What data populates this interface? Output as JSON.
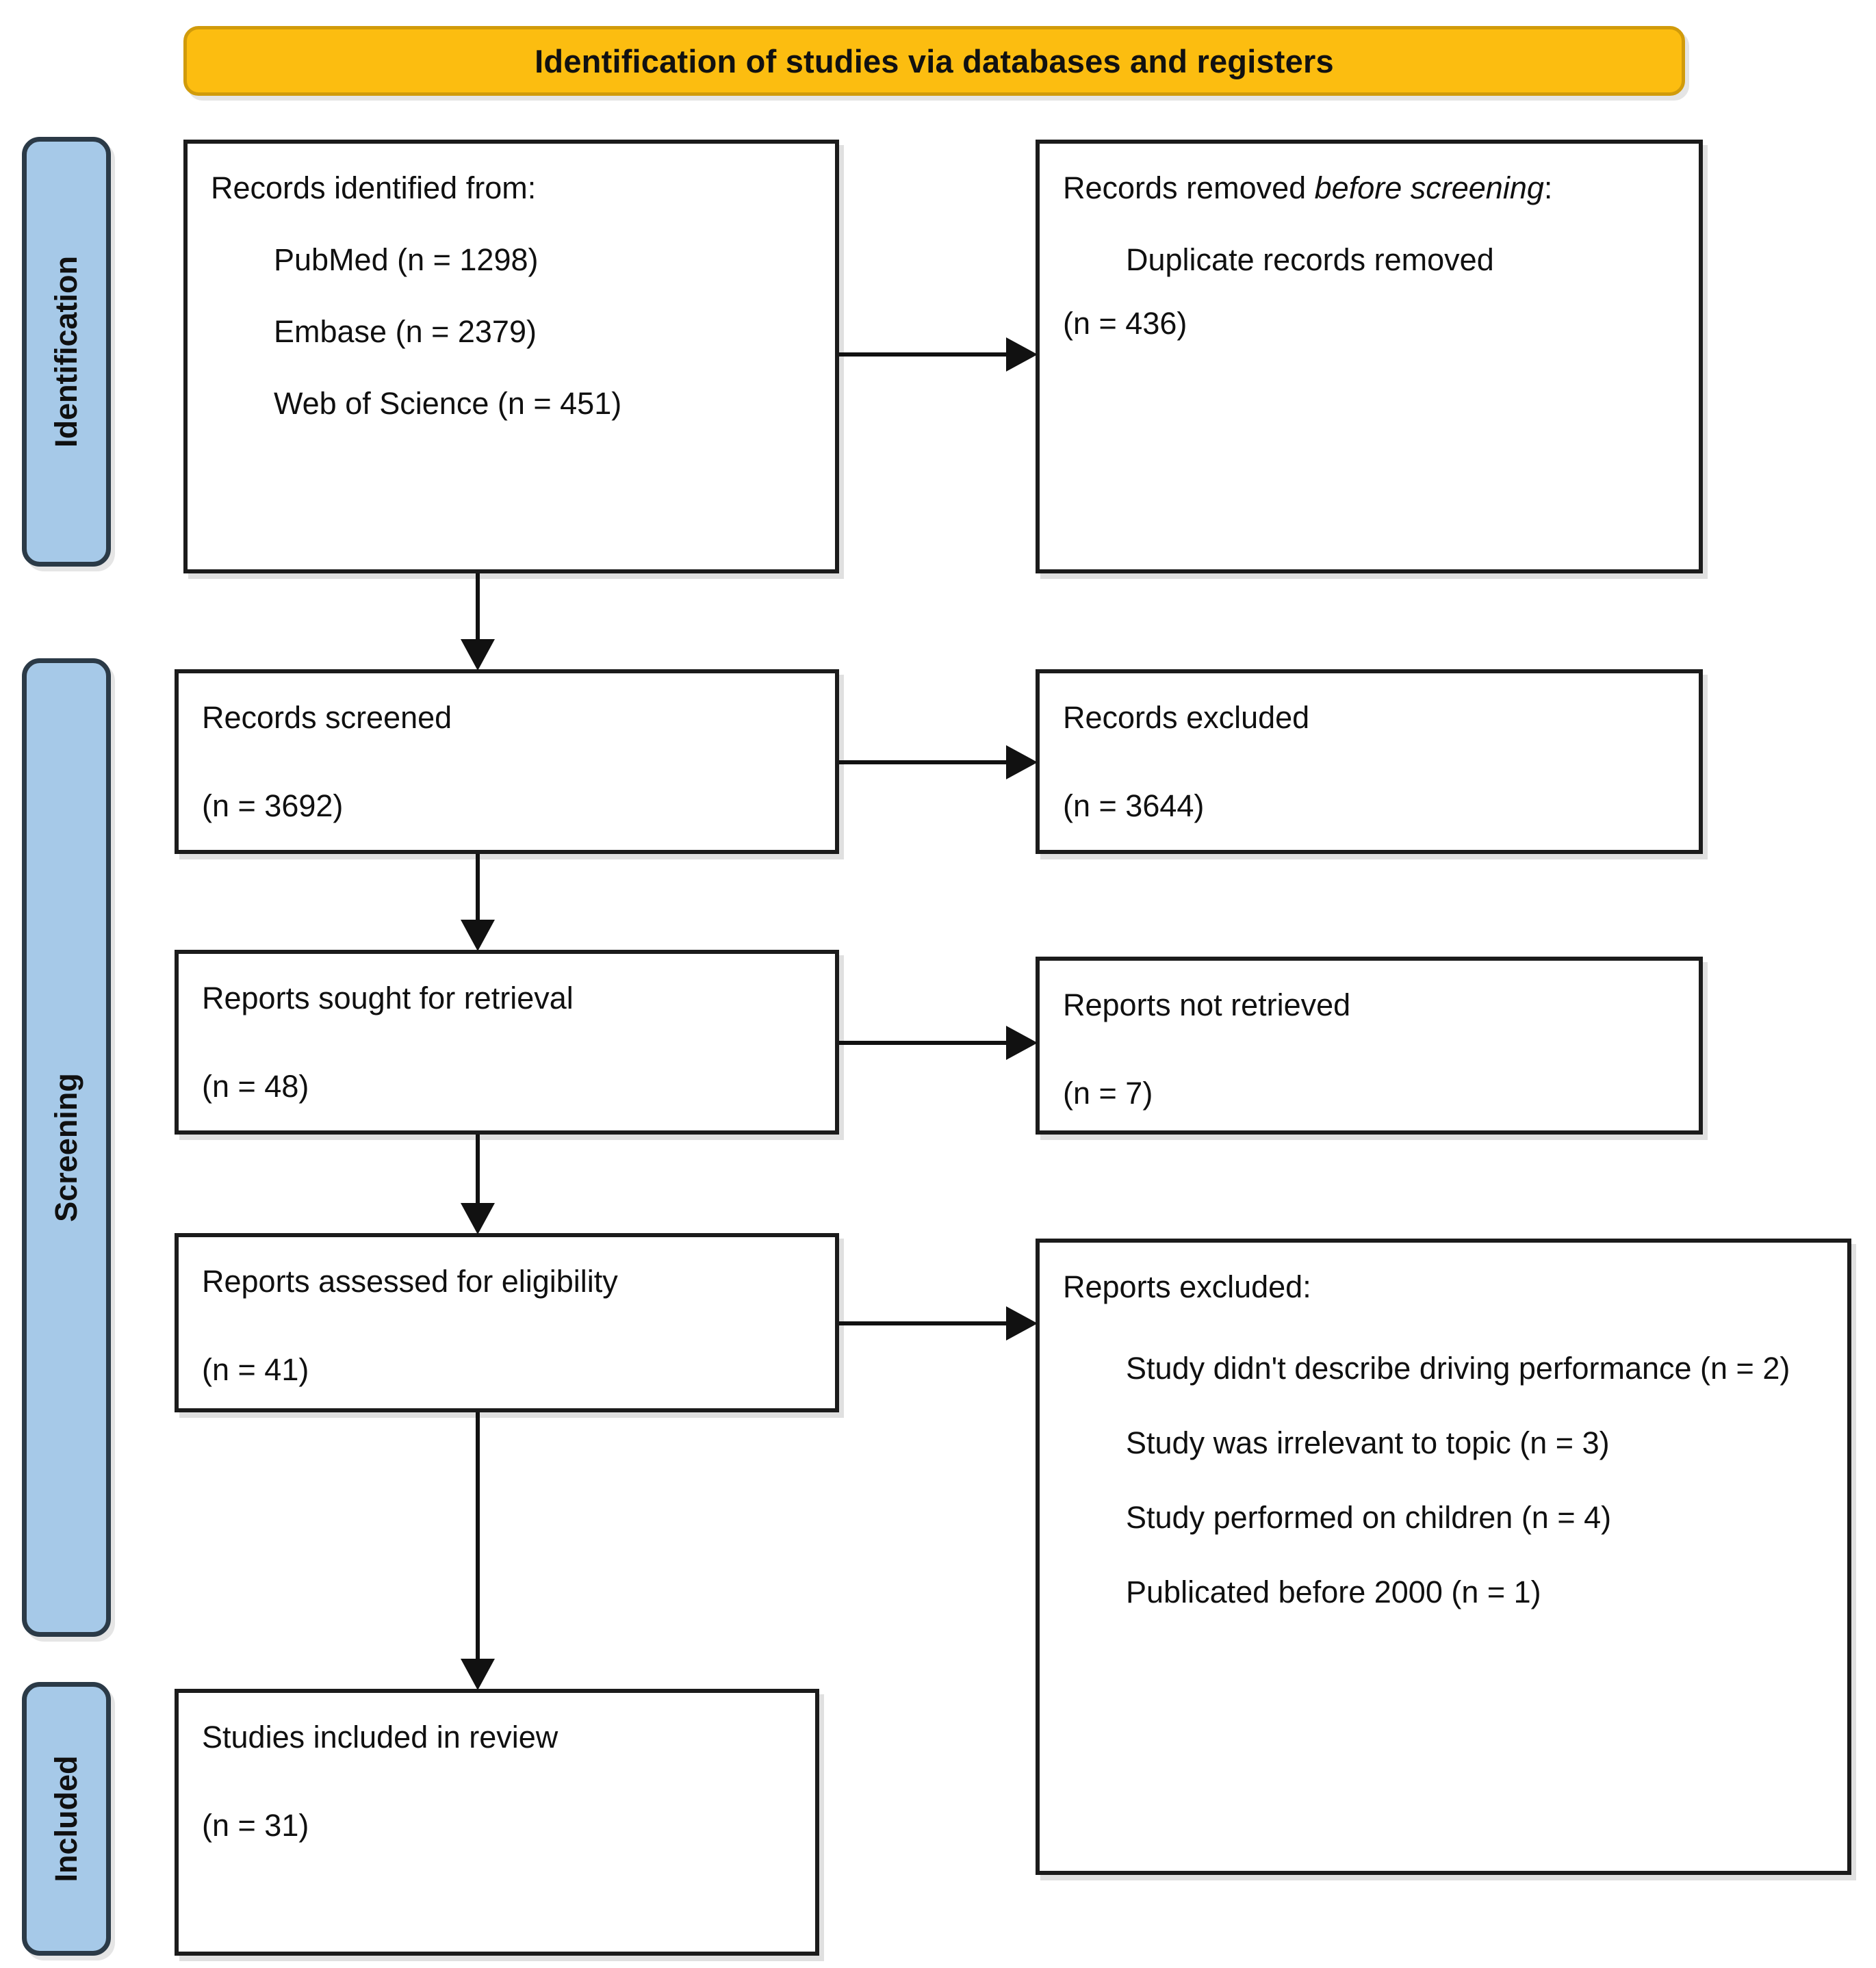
{
  "banner": {
    "title": "Identification of studies via databases and registers"
  },
  "stages": [
    {
      "name": "identification",
      "label": "Identification"
    },
    {
      "name": "screening",
      "label": "Screening"
    },
    {
      "name": "included",
      "label": "Included"
    }
  ],
  "boxes": {
    "records_identified": {
      "heading": "Records identified from:",
      "sources": [
        "PubMed (n = 1298)",
        "Embase (n = 2379)",
        "Web of Science (n = 451)"
      ]
    },
    "records_removed": {
      "heading_plain": "Records removed ",
      "heading_italic": "before screening",
      "heading_colon": ":",
      "detail_line1": "Duplicate records removed",
      "detail_line2": "(n = 436)"
    },
    "records_screened": {
      "label": "Records screened",
      "count": "(n = 3692)"
    },
    "records_excluded": {
      "label": "Records excluded",
      "count": "(n = 3644)"
    },
    "reports_sought": {
      "label": "Reports sought for retrieval",
      "count": "(n = 48)"
    },
    "reports_not_retrieved": {
      "label": "Reports not retrieved",
      "count": "(n = 7)"
    },
    "reports_assessed": {
      "label": "Reports assessed for eligibility",
      "count": "(n = 41)"
    },
    "reports_excluded": {
      "heading": "Reports excluded:",
      "reasons": [
        "Study didn't describe driving performance (n = 2)",
        "Study was irrelevant to topic (n = 3)",
        "Study performed on children (n = 4)",
        "Publicated before 2000 (n = 1)"
      ]
    },
    "studies_included": {
      "label": "Studies included in review",
      "count": "(n = 31)"
    }
  },
  "colors": {
    "banner_fill": "#FCBD10",
    "banner_border": "#D19B0B",
    "stage_fill": "#A6C9E8",
    "stage_border": "#2B3A47",
    "box_border": "#1B1B1B",
    "text": "#101010"
  }
}
